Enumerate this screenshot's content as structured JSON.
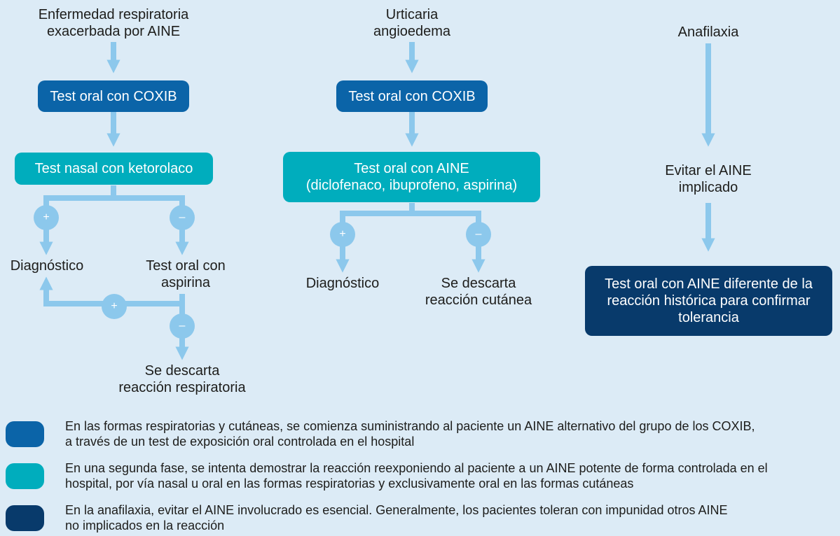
{
  "columns": {
    "respiratory": {
      "title": "Enfermedad respiratoria\nexacerbada por AINE",
      "step1": "Test oral con COXIB",
      "step2": "Test nasal con ketorolaco",
      "pos_sign": "+",
      "neg_sign": "–",
      "outcome_pos": "Diagnóstico",
      "outcome_neg": "Test oral con\naspirina",
      "loop_pos_sign": "+",
      "loop_neg_sign": "–",
      "final": "Se descarta\nreacción respiratoria"
    },
    "cutaneous": {
      "title": "Urticaria\nangioedema",
      "step1": "Test oral con COXIB",
      "step2": "Test oral con AINE\n(diclofenaco, ibuprofeno, aspirina)",
      "pos_sign": "+",
      "neg_sign": "–",
      "outcome_pos": "Diagnóstico",
      "outcome_neg": "Se descarta\nreacción cutánea"
    },
    "anaphylaxis": {
      "title": "Anafilaxia",
      "step1": "Evitar el AINE\nimplicado",
      "step2": "Test oral con AINE diferente de la\nreacción histórica para confirmar\ntolerancia"
    }
  },
  "legend": [
    {
      "color": "#0b64a8",
      "text": "En las formas respiratorias y cutáneas, se comienza suministrando al paciente un AINE alternativo del grupo de los COXIB,\na través de un test de exposición oral controlada en el hospital"
    },
    {
      "color": "#00adbd",
      "text": "En una segunda fase, se intenta demostrar la reacción reexponiendo al paciente a un AINE potente de forma controlada en el\nhospital, por vía nasal u oral en las formas respiratorias y exclusivamente oral en las formas cutáneas"
    },
    {
      "color": "#083a6b",
      "text": "En la anafilaxia, evitar el AINE involucrado es esencial. Generalmente, los pacientes toleran con impunidad otros AINE\nno implicados en la reacción"
    }
  ],
  "colors": {
    "background": "#dcebf6",
    "arrow": "#8cc8ec",
    "step_coxib": "#0b64a8",
    "step_challenge": "#00adbd",
    "step_anaphylaxis": "#083a6b"
  }
}
